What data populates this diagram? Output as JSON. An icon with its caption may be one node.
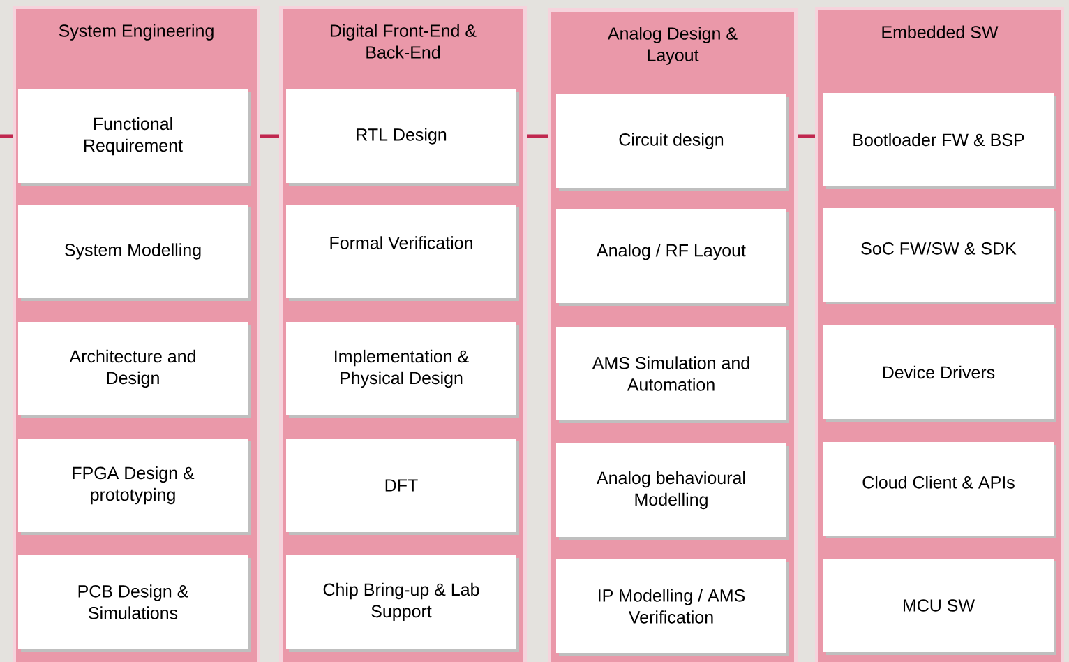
{
  "diagram": {
    "nodes": [
      {
        "text": [
          "System Engineering"
        ]
      },
      {
        "text": [
          "Functional Requirement"
        ],
        "in": 0
      },
      {
        "text": [
          "System Modelling"
        ],
        "in": 0
      },
      {
        "text": [
          "Architecture and Design"
        ],
        "in": 0
      },
      {
        "text": [
          "FPGA Design & prototyping"
        ],
        "in": 0
      },
      {
        "text": [
          "PCB Design & Simulations"
        ],
        "in": 0
      },
      {
        "text": [
          "Digital Front-End & Back-End"
        ]
      },
      {
        "text": [
          "RTL Design"
        ],
        "in": 6
      },
      {
        "text": [
          "Formal Verification"
        ],
        "in": 6
      },
      {
        "text": [
          "Implementation & Physical Design"
        ],
        "in": 6
      },
      {
        "text": [
          "DFT"
        ],
        "in": 6
      },
      {
        "text": [
          "Chip Bring-up & Lab Support"
        ],
        "in": 6
      },
      {
        "text": [
          "Analog Design & Layout"
        ]
      },
      {
        "text": [
          "Circuit design"
        ],
        "in": 12
      },
      {
        "text": [
          "Analog / RF Layout"
        ],
        "in": 12
      },
      {
        "text": [
          "AMS Simulation and Automation"
        ],
        "in": 12
      },
      {
        "text": [
          "Analog behavioural Modelling"
        ],
        "in": 12
      },
      {
        "text": [
          "IP Modelling / AMS Verification"
        ],
        "in": 12
      },
      {
        "text": [
          "Embedded SW"
        ]
      },
      {
        "text": [
          "Bootloader FW & BSP"
        ],
        "in": 18
      },
      {
        "text": [
          "SoC FW/SW & SDK"
        ],
        "in": 18
      },
      {
        "text": [
          "Device Drivers"
        ],
        "in": 18
      },
      {
        "text": [
          "Cloud Client & APIs"
        ],
        "in": 18
      },
      {
        "text": [
          "MCU SW"
        ],
        "in": 18
      }
    ],
    "edges": [
      {
        "from": null,
        "to": 0,
        "arrow": "none"
      },
      {
        "from": 0,
        "to": 6,
        "arrow": "none"
      },
      {
        "from": 6,
        "to": 12,
        "arrow": "none"
      },
      {
        "from": 12,
        "to": 18,
        "arrow": "none"
      }
    ]
  }
}
